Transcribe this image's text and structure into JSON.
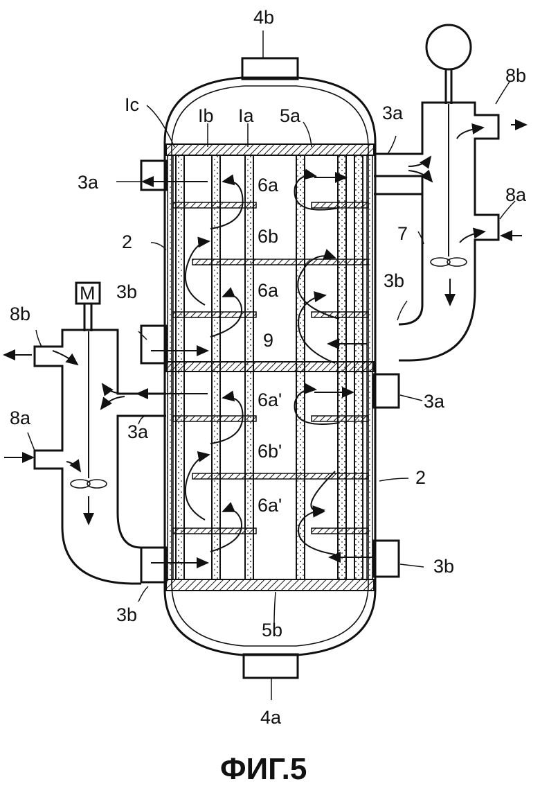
{
  "caption": "ФИГ.5",
  "labels": {
    "l_4b": "4b",
    "l_4a": "4a",
    "l_1c": "Ic",
    "l_1b": "Ib",
    "l_1a": "Ia",
    "l_5a": "5a",
    "l_5b": "5b",
    "l_3a_top_right": "3a",
    "l_3a_left_upper": "3a",
    "l_3a_right_mid": "3a",
    "l_3a_left_pipe": "3a",
    "l_3b_left_upper": "3b",
    "l_3b_right_upper": "3b",
    "l_3b_right_lower": "3b",
    "l_3b_left_lower": "3b",
    "l_2_left": "2",
    "l_2_right": "2",
    "l_6a_1": "6a",
    "l_6b_1": "6b",
    "l_6a_2": "6a",
    "l_9": "9",
    "l_6a_3": "6a'",
    "l_6b_2": "6b'",
    "l_6a_4": "6a'",
    "l_7": "7",
    "l_8b_right": "8b",
    "l_8a_right": "8a",
    "l_8b_left": "8b",
    "l_8a_left": "8a",
    "motor": "M"
  }
}
